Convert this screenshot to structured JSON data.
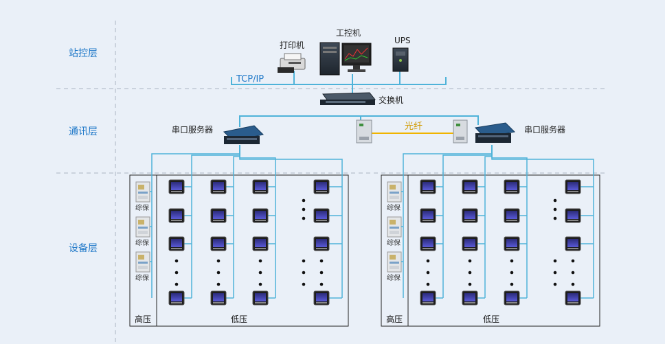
{
  "layers": {
    "station": "站控层",
    "comm": "通讯层",
    "device": "设备层"
  },
  "station": {
    "printer": "打印机",
    "ipc": "工控机",
    "ups": "UPS",
    "bus": "TCP/IP"
  },
  "comm": {
    "switch": "交换机",
    "fiber": "光纤",
    "serial_server_left": "串口服务器",
    "serial_server_right": "串口服务器"
  },
  "device": {
    "protection_label": "综保",
    "hv_label": "高压",
    "lv_label": "低压"
  },
  "colors": {
    "layer_text": "#1f78c8",
    "line": "#4fb3d9",
    "fiber": "#f0b400",
    "dash": "#a9b4c2"
  },
  "icons": {
    "printer": "printer-icon",
    "ipc": "industrial-pc-icon",
    "ups": "ups-icon",
    "switch": "network-switch-icon",
    "converter": "fiber-converter-icon",
    "serial_server": "serial-server-icon",
    "meter": "power-meter-icon",
    "relay": "protection-relay-icon"
  }
}
